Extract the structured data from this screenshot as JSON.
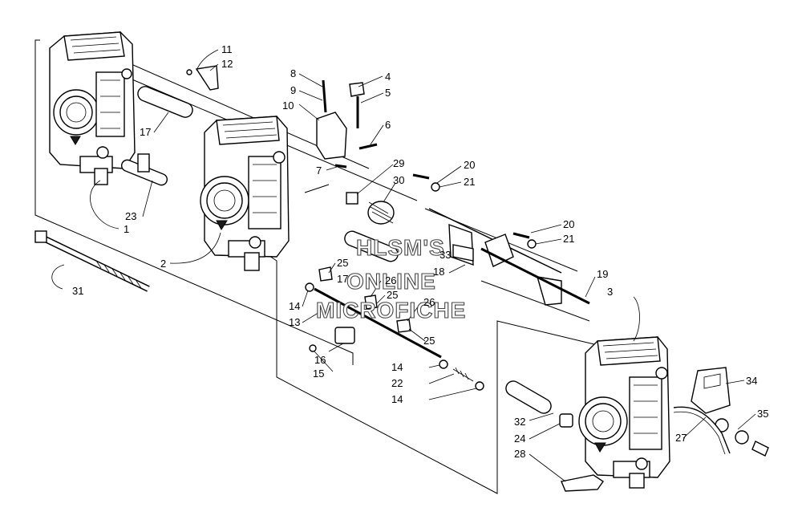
{
  "watermark": {
    "line1": "HLSM'S",
    "line2": "ONLINE",
    "line3": "MICROFICHE"
  },
  "callouts": [
    "1",
    "2",
    "3",
    "4",
    "5",
    "6",
    "7",
    "8",
    "9",
    "10",
    "11",
    "12",
    "13",
    "14",
    "15",
    "16",
    "17",
    "18",
    "19",
    "20",
    "21",
    "22",
    "23",
    "24",
    "25",
    "26",
    "27",
    "28",
    "29",
    "30",
    "31",
    "32",
    "33",
    "34",
    "35"
  ]
}
